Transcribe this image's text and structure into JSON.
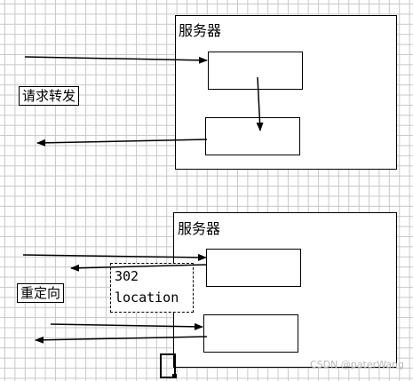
{
  "diagram": {
    "forward": {
      "server_title": "服务器",
      "label": "请求转发"
    },
    "redirect": {
      "server_title": "服务器",
      "label": "重定向",
      "response_note": {
        "status": "302",
        "header": "location"
      }
    }
  },
  "watermark": "CSDN @paterWang",
  "colors": {
    "line": "#000000",
    "grid": "#c8c8c8",
    "background": "#ffffff"
  }
}
